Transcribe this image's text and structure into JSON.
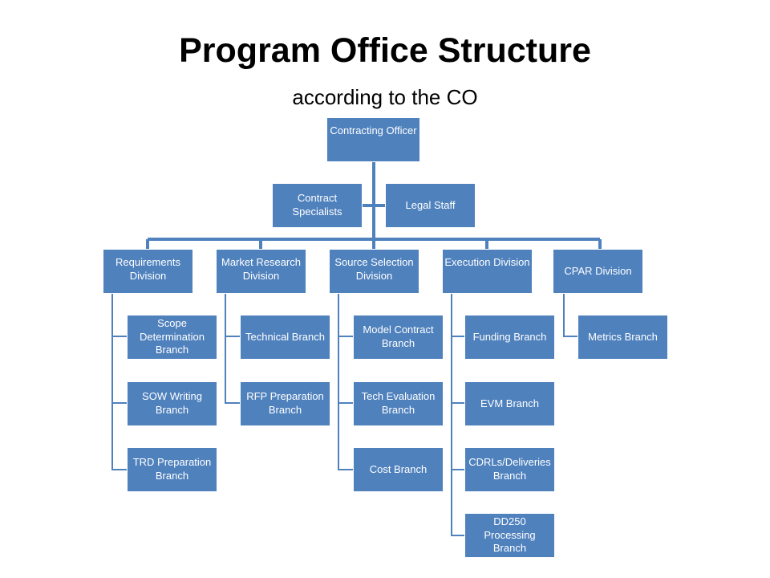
{
  "title": "Program Office Structure",
  "subtitle": "according to the CO",
  "colors": {
    "box_fill": "#4f81bd",
    "box_text": "#ffffff",
    "connector": "#4f81bd"
  },
  "org": {
    "root": "Contracting Officer",
    "assistants": [
      "Contract Specialists",
      "Legal Staff"
    ],
    "divisions": [
      {
        "name": "Requirements Division",
        "branches": [
          "Scope Determination Branch",
          "SOW Writing Branch",
          "TRD Preparation Branch"
        ]
      },
      {
        "name": "Market Research Division",
        "branches": [
          "Technical Branch",
          "RFP Preparation Branch"
        ]
      },
      {
        "name": "Source Selection Division",
        "branches": [
          "Model Contract Branch",
          "Tech Evaluation Branch",
          "Cost Branch"
        ]
      },
      {
        "name": "Execution Division",
        "branches": [
          "Funding Branch",
          "EVM Branch",
          "CDRLs/Deliveries Branch",
          "DD250 Processing Branch"
        ]
      },
      {
        "name": "CPAR Division",
        "branches": [
          "Metrics Branch"
        ]
      }
    ]
  }
}
